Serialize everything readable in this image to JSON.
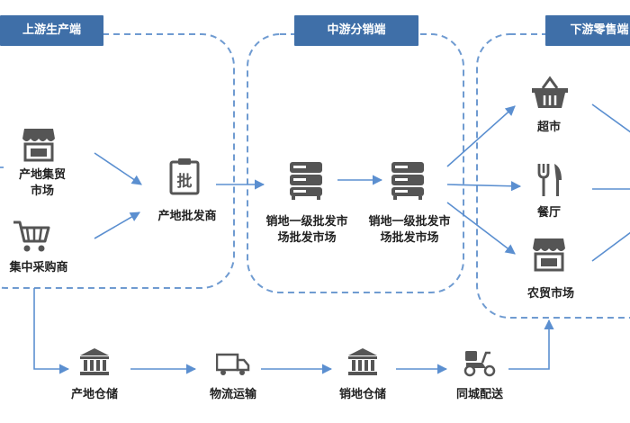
{
  "sections": {
    "upstream": "上游生产端",
    "midstream": "中游分销端",
    "downstream": "下游零售端"
  },
  "nodes": {
    "rural_market": "产地集贸\n市场",
    "central_purchaser": "集中采购商",
    "origin_wholesaler": "产地批发商",
    "primary_wholesale_1": "销地一级批发市\n场批发市场",
    "primary_wholesale_2": "销地一级批发市\n场批发市场",
    "supermarket": "超市",
    "restaurant": "餐厅",
    "farmers_market": "农贸市场",
    "origin_warehouse": "产地仓储",
    "logistics": "物流运输",
    "destination_warehouse": "销地仓储",
    "same_city_delivery": "同城配送"
  },
  "icons": {
    "rural_market": "storefront-icon",
    "central_purchaser": "shopping-cart-icon",
    "origin_wholesaler": "clipboard-wholesale-icon",
    "primary_wholesale_1": "warehouse-rack-icon",
    "primary_wholesale_2": "warehouse-rack-icon",
    "supermarket": "shopping-basket-icon",
    "restaurant": "fork-knife-icon",
    "farmers_market": "storefront-icon",
    "origin_warehouse": "bank-building-icon",
    "logistics": "truck-icon",
    "destination_warehouse": "bank-building-icon",
    "same_city_delivery": "scooter-icon",
    "clipboard_glyph": "批"
  },
  "colors": {
    "tag": "#3f6fa8",
    "dashed_border": "#6f9bd1",
    "arrow": "#5b8fd0",
    "icon": "#555555"
  }
}
